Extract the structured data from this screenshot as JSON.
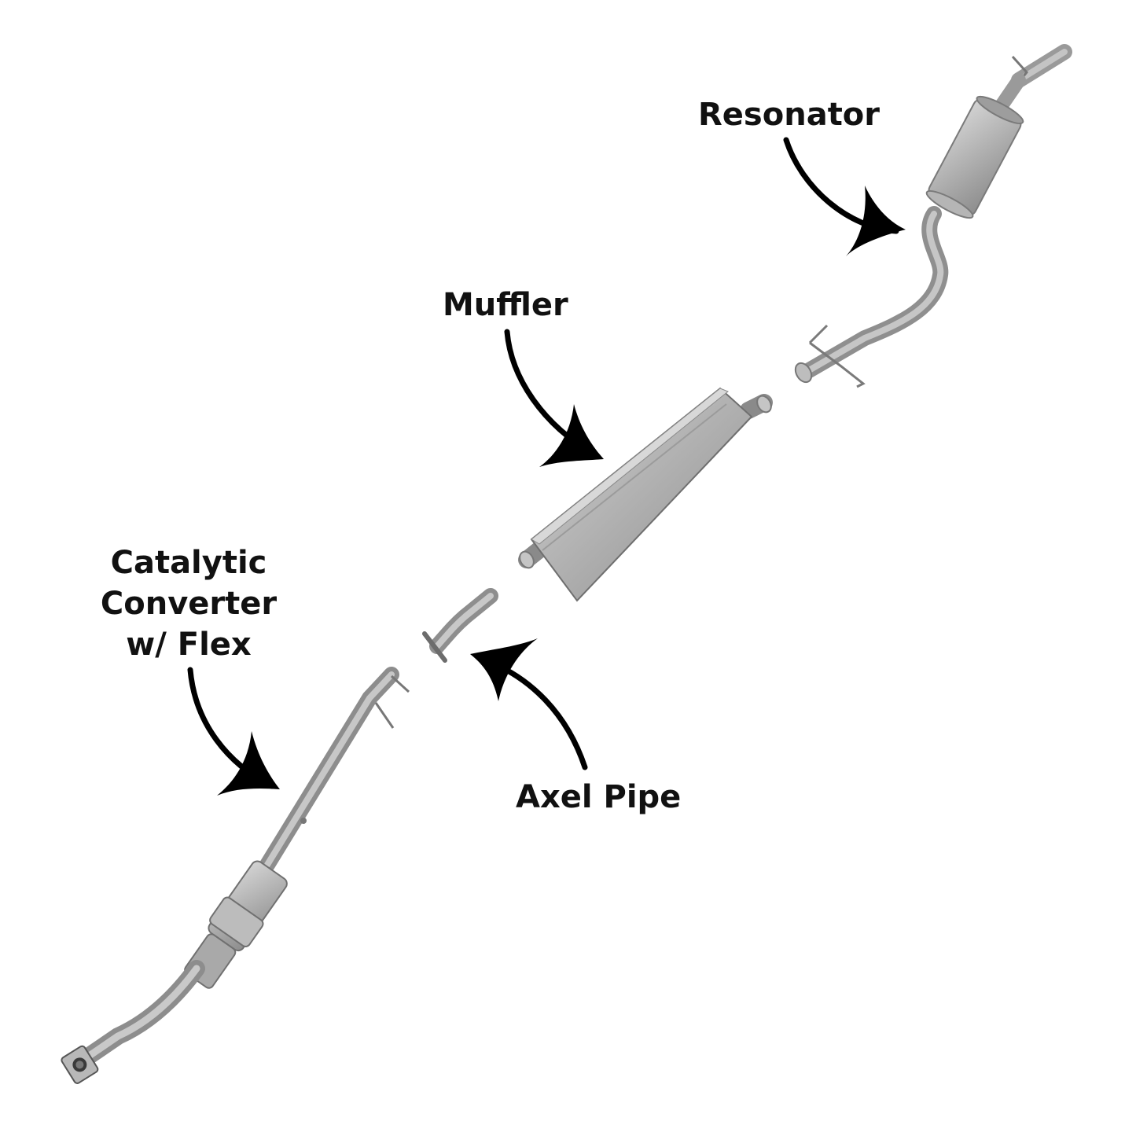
{
  "labels": {
    "resonator": "Resonator",
    "muffler": "Muffler",
    "axel_pipe": "Axel Pipe",
    "catalytic_converter": {
      "line1": "Catalytic",
      "line2": "Converter",
      "line3": "w/ Flex"
    }
  },
  "colors": {
    "background": "#ffffff",
    "text": "#111111",
    "arrow": "#000000",
    "metal_light": "#c9c9c9",
    "metal_mid": "#a8a8a8",
    "metal_dark": "#7a7a7a"
  }
}
